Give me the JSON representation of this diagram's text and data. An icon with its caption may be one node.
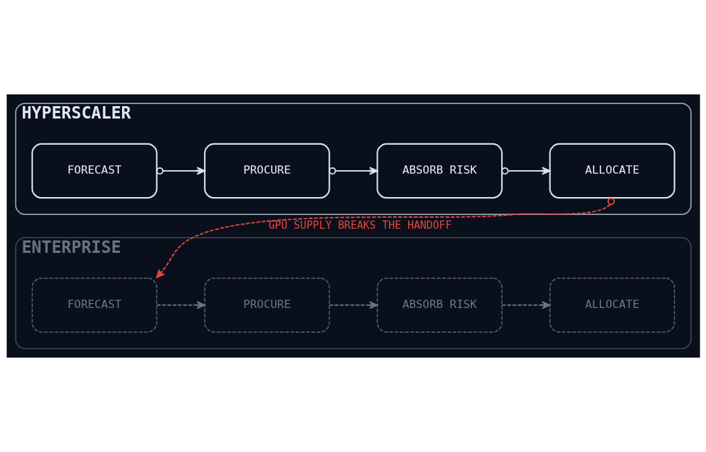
{
  "diagram": {
    "nodes": [
      {
        "text": [
          "HYPERSCALER"
        ]
      },
      {
        "text": [
          "FORECAST"
        ],
        "in": 0
      },
      {
        "text": [
          "PROCURE"
        ],
        "in": 0
      },
      {
        "text": [
          "ABSORB RISK"
        ],
        "in": 0
      },
      {
        "text": [
          "ALLOCATE"
        ],
        "in": 0
      },
      {
        "text": [
          "ENTERPRISE"
        ]
      },
      {
        "text": [
          "FORECAST"
        ],
        "in": 5
      },
      {
        "text": [
          "PROCURE"
        ],
        "in": 5
      },
      {
        "text": [
          "ABSORB RISK"
        ],
        "in": 5
      },
      {
        "text": [
          "ALLOCATE"
        ],
        "in": 5
      }
    ],
    "edges": [
      {
        "from": 1,
        "to": 2,
        "arrow": "to"
      },
      {
        "from": 2,
        "to": 3,
        "arrow": "to"
      },
      {
        "from": 3,
        "to": 4,
        "arrow": "to"
      },
      {
        "from": 4,
        "to": 6,
        "arrow": "to",
        "label": "GPU SUPPLY BREAKS THE HANDOFF",
        "style": "dashed",
        "color": "#e5483b"
      },
      {
        "from": 6,
        "to": 7,
        "arrow": "to",
        "style": "dashed",
        "color": "#6b7280"
      },
      {
        "from": 7,
        "to": 8,
        "arrow": "to",
        "style": "dashed",
        "color": "#6b7280"
      },
      {
        "from": 8,
        "to": 9,
        "arrow": "to",
        "style": "dashed",
        "color": "#6b7280"
      }
    ]
  }
}
